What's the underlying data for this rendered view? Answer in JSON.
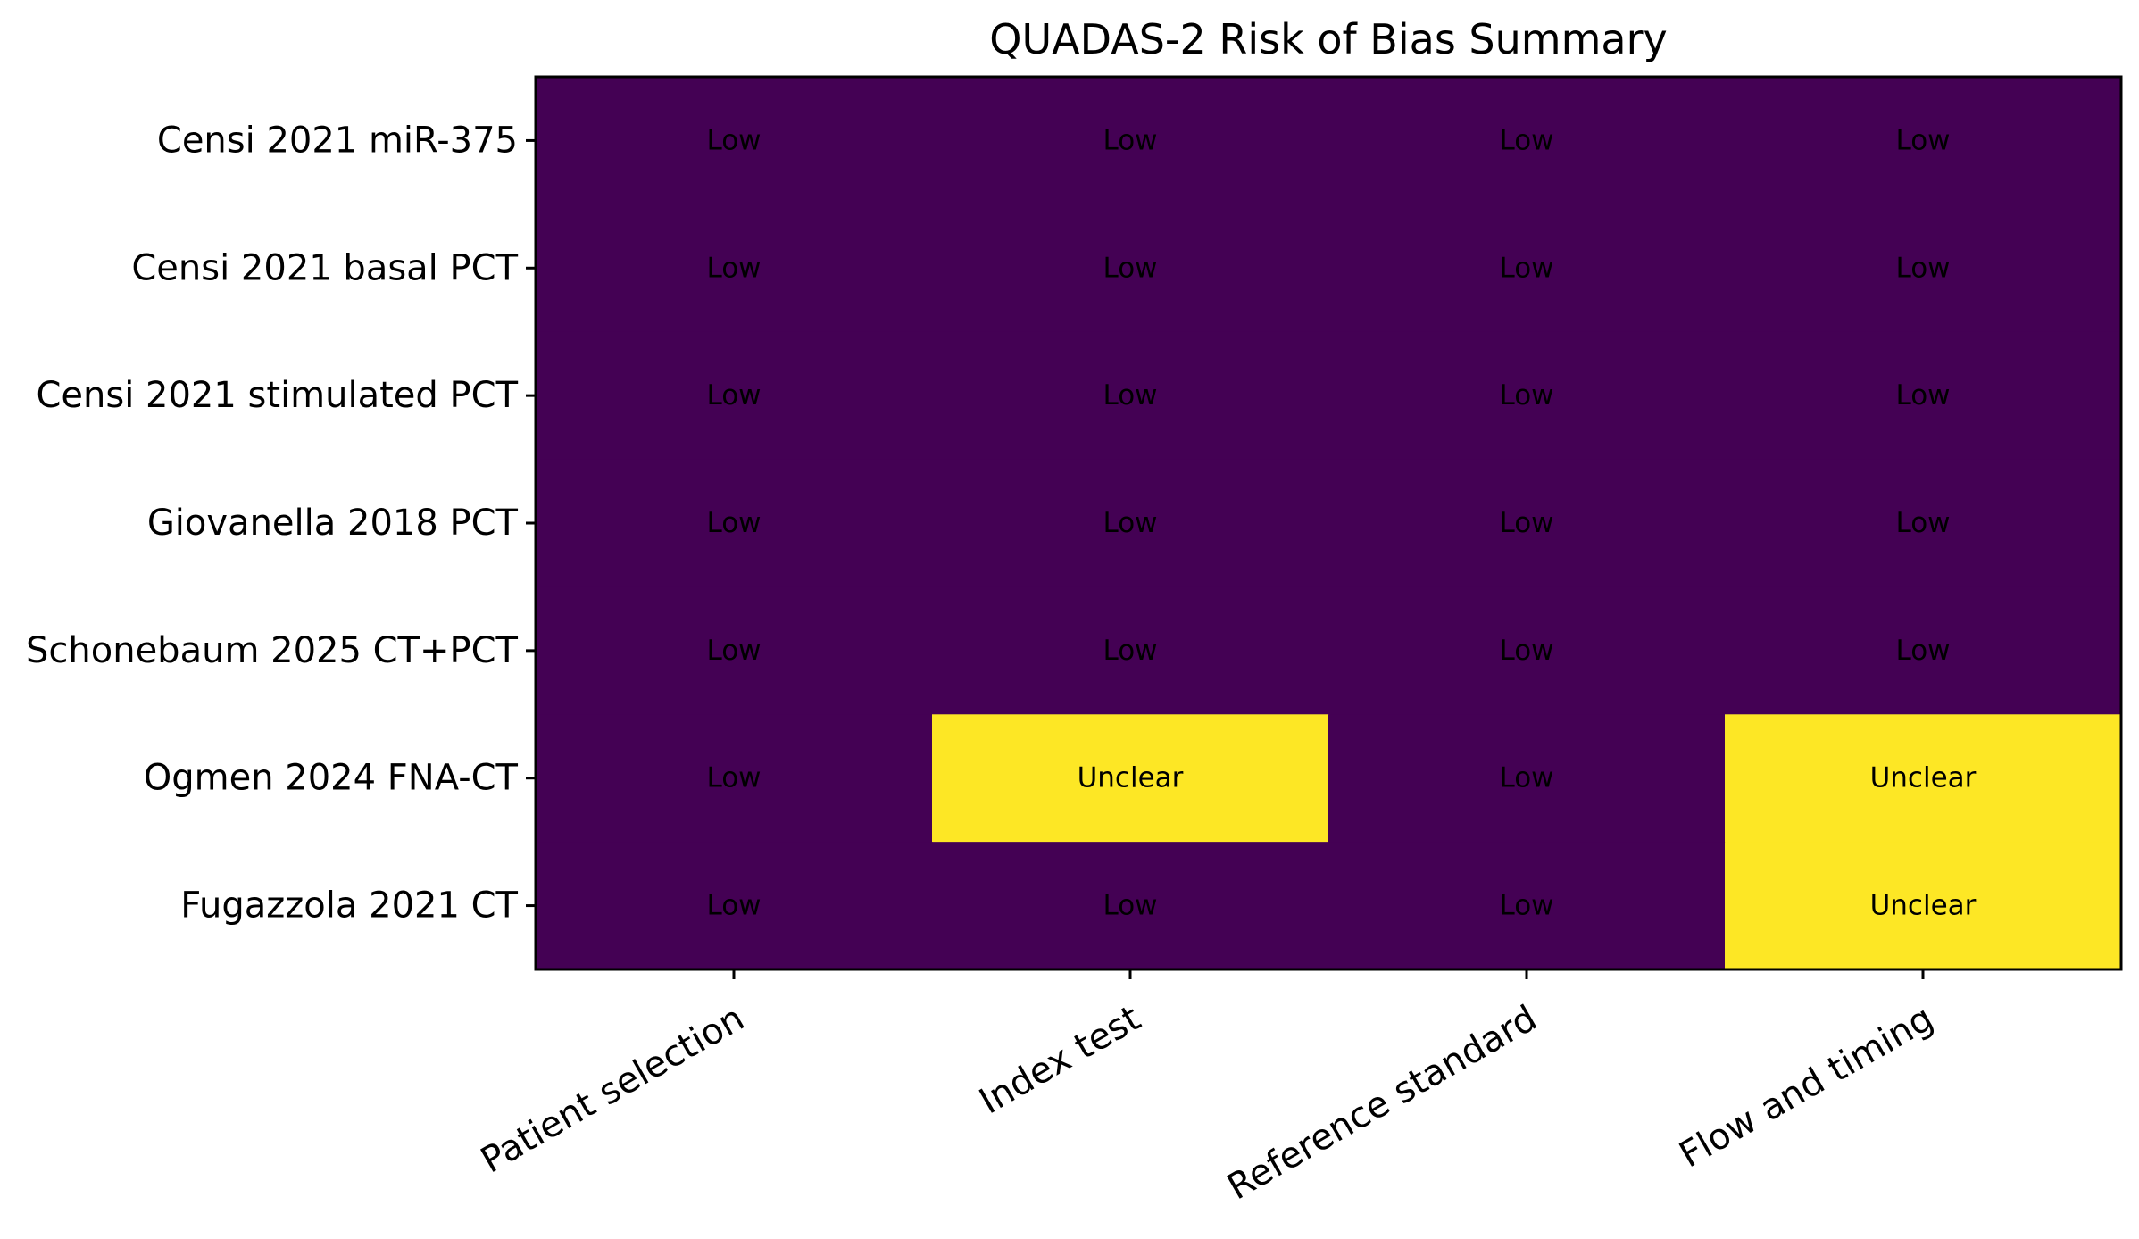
{
  "chart_data": {
    "type": "heatmap",
    "title": "QUADAS-2 Risk of Bias Summary",
    "xlabel": "",
    "ylabel": "",
    "columns": [
      "Patient selection",
      "Index test",
      "Reference standard",
      "Flow and timing"
    ],
    "rows": [
      "Censi 2021 miR-375",
      "Censi 2021 basal PCT",
      "Censi 2021 stimulated PCT",
      "Giovanella 2018 PCT",
      "Schonebaum 2025 CT+PCT",
      "Ogmen 2024 FNA-CT",
      "Fugazzola 2021 CT"
    ],
    "values": [
      [
        "Low",
        "Low",
        "Low",
        "Low"
      ],
      [
        "Low",
        "Low",
        "Low",
        "Low"
      ],
      [
        "Low",
        "Low",
        "Low",
        "Low"
      ],
      [
        "Low",
        "Low",
        "Low",
        "Low"
      ],
      [
        "Low",
        "Low",
        "Low",
        "Low"
      ],
      [
        "Low",
        "Unclear",
        "Low",
        "Unclear"
      ],
      [
        "Low",
        "Low",
        "Low",
        "Unclear"
      ]
    ],
    "colors": {
      "Low": "#440154",
      "Unclear": "#fde725"
    },
    "grid": false,
    "legend": "none"
  }
}
